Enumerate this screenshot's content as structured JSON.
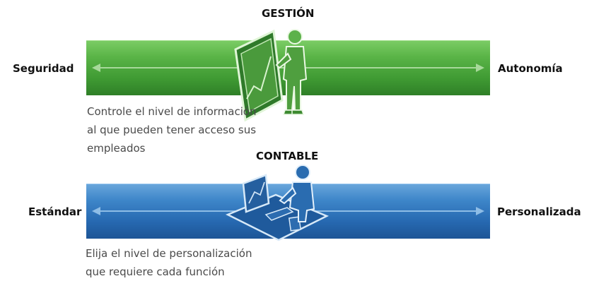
{
  "gestion": {
    "title": "GESTIÓN",
    "left_label": "Seguridad",
    "right_label": "Autonomía",
    "description_line1": "Controle el nivel de información",
    "description_line2": "al que pueden tener acceso sus",
    "description_line3": "empleados",
    "color": "#4ea83e",
    "icon": "presenter-at-board-icon"
  },
  "contable": {
    "title": "CONTABLE",
    "left_label": "Estándar",
    "right_label": "Personalizada",
    "description_line1": "Elija el nivel de  personalización",
    "description_line2": "que requiere cada función",
    "color": "#2f74bd",
    "icon": "person-at-desk-icon"
  }
}
